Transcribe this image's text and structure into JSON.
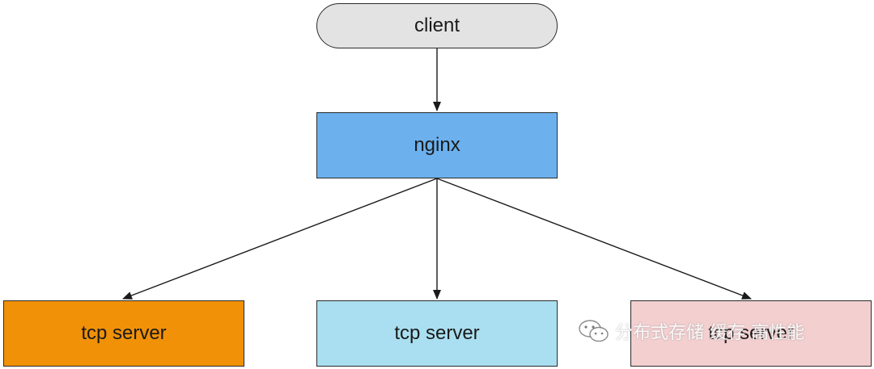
{
  "diagram": {
    "nodes": {
      "client": "client",
      "nginx": "nginx",
      "server_left": "tcp server",
      "server_mid": "tcp server",
      "server_right": "tcp server"
    },
    "colors": {
      "client_fill": "#e3e3e3",
      "nginx_fill": "#6cb1ee",
      "server_left_fill": "#f09107",
      "server_mid_fill": "#a9dff0",
      "server_right_fill": "#f3cfd0",
      "edge": "#1a1a1a"
    },
    "edges": [
      {
        "from": "client",
        "to": "nginx"
      },
      {
        "from": "nginx",
        "to": "server_left"
      },
      {
        "from": "nginx",
        "to": "server_mid"
      },
      {
        "from": "nginx",
        "to": "server_right"
      }
    ]
  },
  "watermark": {
    "text": "分布式存储 缓存 高性能",
    "icon": "wechat-icon"
  }
}
